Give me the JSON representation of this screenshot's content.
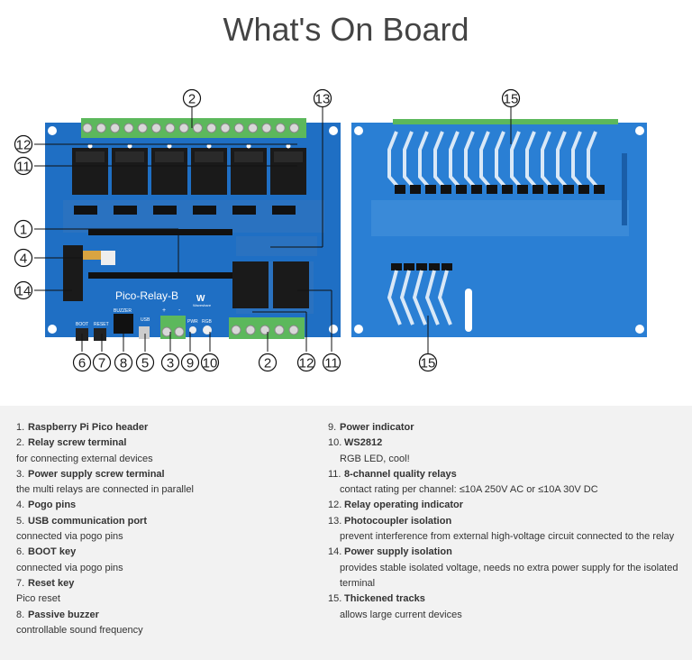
{
  "title": "What's On Board",
  "board_labels": {
    "name": "Pico-Relay-B",
    "buzzer": "BUZZER",
    "usb": "USB",
    "boot": "BOOT",
    "reset": "RESET",
    "pwr": "PWR",
    "rgb": "RGB",
    "plus": "+",
    "minus": "-",
    "brand": "Waveshare"
  },
  "callouts": {
    "c1": "1",
    "c2": "2",
    "c2b": "2",
    "c3": "3",
    "c4": "4",
    "c5": "5",
    "c6": "6",
    "c7": "7",
    "c8": "8",
    "c9": "9",
    "c10": "10",
    "c11": "11",
    "c11b": "11",
    "c12": "12",
    "c12b": "12",
    "c13": "13",
    "c14": "14",
    "c15": "15",
    "c15b": "15"
  },
  "legend_left": [
    {
      "num": "1.",
      "title": "Raspberry Pi Pico header",
      "desc": ""
    },
    {
      "num": "2.",
      "title": "Relay screw terminal",
      "desc": "for connecting external devices"
    },
    {
      "num": "3.",
      "title": "Power supply screw terminal",
      "desc": "the multi relays are connected in parallel"
    },
    {
      "num": "4.",
      "title": "Pogo pins",
      "desc": ""
    },
    {
      "num": "5.",
      "title": "USB communication port",
      "desc": "connected via pogo pins"
    },
    {
      "num": "6.",
      "title": "BOOT key",
      "desc": "connected via pogo pins"
    },
    {
      "num": "7.",
      "title": "Reset key",
      "desc": "Pico reset"
    },
    {
      "num": "8.",
      "title": "Passive buzzer",
      "desc": "controllable sound frequency"
    }
  ],
  "legend_right": [
    {
      "num": "9.",
      "title": "Power indicator",
      "desc": ""
    },
    {
      "num": "10.",
      "title": "WS2812",
      "desc": "RGB LED, cool!"
    },
    {
      "num": "11.",
      "title": "8-channel quality relays",
      "desc": "contact rating per channel: ≤10A 250V AC or ≤10A 30V DC"
    },
    {
      "num": "12.",
      "title": "Relay operating indicator",
      "desc": ""
    },
    {
      "num": "13.",
      "title": "Photocoupler isolation",
      "desc": "prevent interference from external high-voltage circuit connected to the relay"
    },
    {
      "num": "14.",
      "title": "Power supply isolation",
      "desc": "provides stable isolated voltage, needs no extra power supply for the isolated terminal"
    },
    {
      "num": "15.",
      "title": "Thickened tracks",
      "desc": "allows large current devices"
    }
  ],
  "colors": {
    "pcb": "#1f6fc4",
    "pcb_back": "#2a7fd4",
    "terminal": "#5cb85c",
    "relay": "#1a1a1a",
    "legend_bg": "#f2f2f2"
  }
}
